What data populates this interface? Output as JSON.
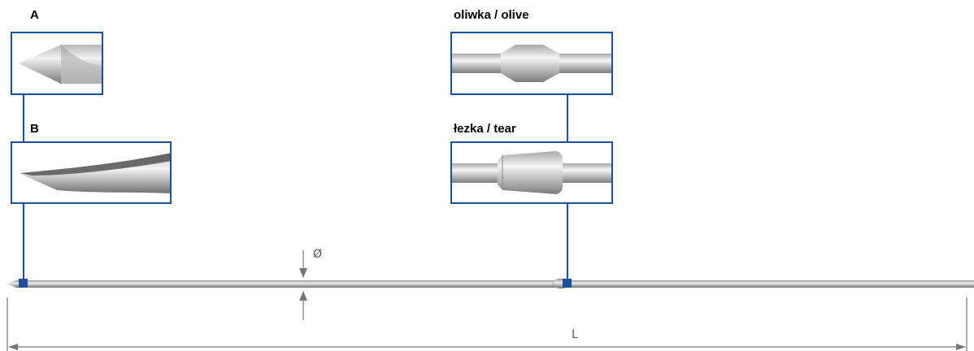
{
  "labels": {
    "tip_a": "A",
    "tip_b": "B",
    "olive": "oliwka / olive",
    "tear": "łezka / tear"
  },
  "dimensions": {
    "diameter": "Ø",
    "length": "L"
  },
  "colors": {
    "accent_blue": "#1c4f9c",
    "metal_light": "#e8e8e8",
    "metal_dark": "#8c8c8c",
    "dim_line": "#777777"
  }
}
